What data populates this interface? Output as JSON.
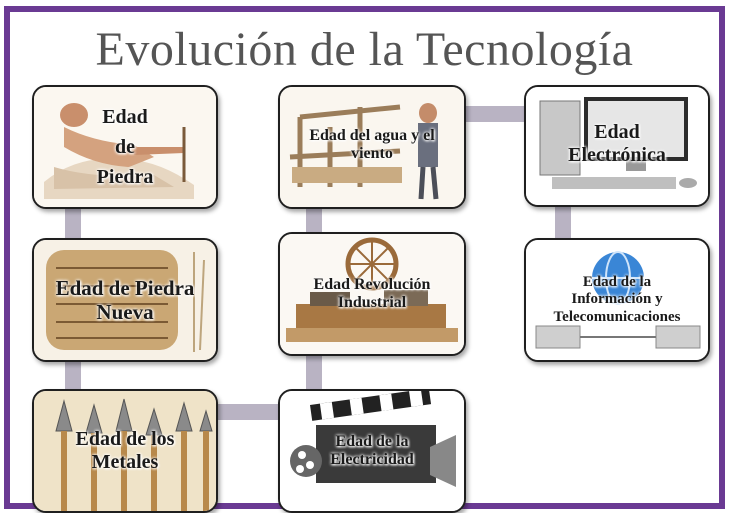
{
  "title": "Evolución de la Tecnología",
  "cards": {
    "piedra": {
      "lines": [
        "Edad",
        "de",
        "Piedra"
      ]
    },
    "piedra_nueva": {
      "lines": [
        "Edad de Piedra",
        "Nueva"
      ]
    },
    "metales": {
      "lines": [
        "Edad de los",
        "Metales"
      ]
    },
    "agua_viento": {
      "lines": [
        "Edad del agua y el",
        "viento"
      ]
    },
    "revolucion": {
      "lines": [
        "Edad Revolución",
        "Industrial"
      ]
    },
    "electricidad": {
      "lines": [
        "Edad de la",
        "Electricidad"
      ]
    },
    "electronica": {
      "lines": [
        "Edad",
        "Electrónica"
      ]
    },
    "informacion": {
      "lines": [
        "Edad de la",
        "Información y",
        "Telecomunicaciones"
      ]
    }
  },
  "colors": {
    "frame": "#6a3a93",
    "connector": "#b9b3c3"
  }
}
